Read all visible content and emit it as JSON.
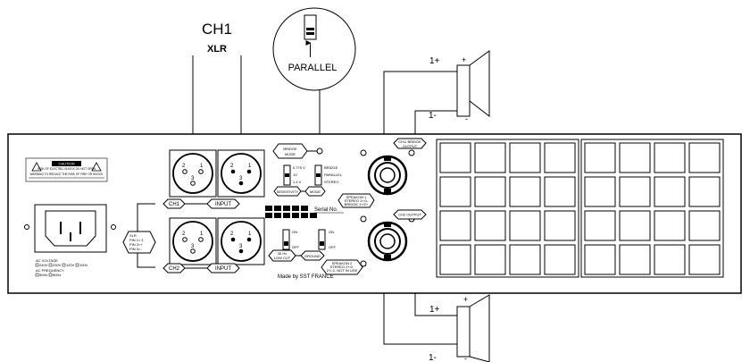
{
  "header": {
    "channel": "CH1",
    "connector": "XLR"
  },
  "callout": {
    "label": "PARALLEL"
  },
  "speaker_top": {
    "plus": "1+",
    "minus": "1-",
    "plus_sign": "+",
    "minus_sign": "-"
  },
  "speaker_bottom": {
    "plus": "1+",
    "minus": "1-",
    "plus_sign": "+",
    "minus_sign": "-"
  },
  "panel": {
    "caution": "CAUTION",
    "caution_line1": "RISK OF ELECTRIC SHOCK DO NOT OPEN",
    "warning": "WARNING TO REDUCE THE RISK OF FIRE OR SHOCK",
    "ac_voltage": "AC VOLTAGE",
    "volt_options": [
      "240V",
      "230V",
      "120V",
      "100V"
    ],
    "ac_frequency": "AC FREQUENCY",
    "freq_options": [
      "50Hz",
      "60Hz"
    ],
    "xlr_pin1": "XLR",
    "xlr_pin2": "PIN 1=⏚",
    "xlr_pin3": "PIN 2=+",
    "xlr_pin4": "PIN 3=-",
    "ch1": "CH1",
    "ch2": "CH2",
    "input": "INPUT",
    "input2": "INPUT",
    "pins": [
      "2",
      "1",
      "3"
    ],
    "bridge_mode1": "BRIDGE",
    "bridge_mode2": "MODE",
    "sens_opts": [
      "0.775 V",
      "1V",
      "1.4 V"
    ],
    "sensitivity": "SENSITIVITY",
    "mode_opts": [
      "BRIDGE",
      "PARALLEL",
      "STEREO"
    ],
    "mode": "MODE",
    "serial": "Serial No.",
    "on": "ON",
    "off": "OFF",
    "on2": "ON",
    "off2": "OFF",
    "lowcut1": "30 Hz",
    "lowcut2": "LOW CUT",
    "ground": "GROUND",
    "madeby": "Made by SST FRANCE",
    "spk1_a": "SPEAKON 1",
    "spk1_b": "STEREO 1+/1-",
    "spk1_c": "BRIDGE 1+/2+",
    "ch1_bridge_out1": "CH1/ BRIDGE",
    "ch1_bridge_out2": "OUTPUT",
    "ch2_out": "CH2 OUTPUT",
    "spk2_a": "SPEAKON 2",
    "spk2_b": "STEREO 2+/2-",
    "spk2_c": "2+/-2- NOT IN USE"
  }
}
